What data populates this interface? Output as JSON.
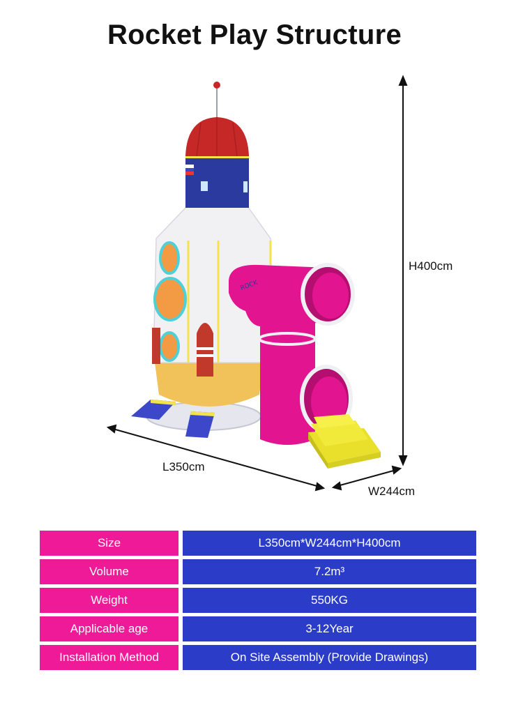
{
  "title": "Rocket Play Structure",
  "dimensions": {
    "height": "H400cm",
    "length": "L350cm",
    "width": "W244cm"
  },
  "specs": [
    {
      "label": "Size",
      "value": "L350cm*W244cm*H400cm"
    },
    {
      "label": "Volume",
      "value": "7.2m³"
    },
    {
      "label": "Weight",
      "value": "550KG"
    },
    {
      "label": "Applicable age",
      "value": "3-12Year"
    },
    {
      "label": "Installation Method",
      "value": "On Site Assembly (Provide Drawings)"
    }
  ],
  "colors": {
    "label_bg": "#ee1a98",
    "value_bg": "#2a3cc8",
    "tube": "#e3148f",
    "rocket_nose": "#c62828",
    "rocket_band": "#2b3a9e"
  }
}
